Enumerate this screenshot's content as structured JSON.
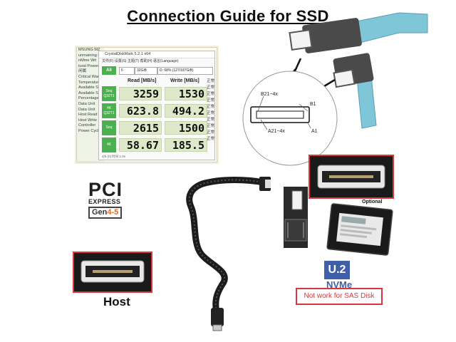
{
  "title": "Connection Guide for SSD",
  "screenshot": {
    "left_column": [
      "MSUNG MZ",
      "unmaining De",
      "",
      "nMme Wri",
      "tural Power C",
      "",
      "闲属",
      "Critical War",
      "Temperature",
      "Available S",
      "Available S",
      "Percentage",
      "Data Unit",
      "Data Unit",
      "Host Read",
      "Host Write",
      "Controller",
      "Power Cycl"
    ],
    "app_title": "CrystalDiskMark 5.2.1 x64",
    "menu": "文件(F) 设置(S) 主题(T) 帮助(H) 语言(Language)",
    "all_label": "All",
    "count": "5",
    "size": "32GiB",
    "drive": "D: 68% (127/187GiB)",
    "read_header": "Read [MB/s]",
    "write_header": "Write [MB/s]",
    "rows": [
      {
        "label": "Seq Q32T1",
        "read": "3259",
        "write": "1530"
      },
      {
        "label": "4K Q32T1",
        "read": "623.8",
        "write": "494.2"
      },
      {
        "label": "Seq",
        "read": "2615",
        "write": "1500"
      },
      {
        "label": "4K",
        "read": "58.67",
        "write": "185.5"
      }
    ],
    "footer": "4/5 (0) 时间 1.0s",
    "side_text": [
      "正常",
      "正常",
      "正常",
      "正常",
      "正常",
      "正常",
      "正常",
      "正常",
      "正常",
      "正常"
    ]
  },
  "connector": {
    "pin_top": "B21~4x",
    "pin_right": "B1",
    "pin_bottom": "A21~4x",
    "pin_right_bottom": "A1"
  },
  "badge": {
    "pci": "PCI",
    "express": "EXPRESS",
    "gen_prefix": "Gen",
    "gen_numbers": "4-5"
  },
  "labels": {
    "host": "Host",
    "optional": "Optional",
    "u2": "U.2",
    "nvme": "NVMe",
    "warning": "Not work for SAS Disk"
  },
  "colors": {
    "cdm_green": "#4caf50",
    "cable_cyan": "#7fc6d8",
    "warning_red": "#d9363e",
    "nvme_blue": "#3f5fa9",
    "frame_red": "#d9363e"
  }
}
